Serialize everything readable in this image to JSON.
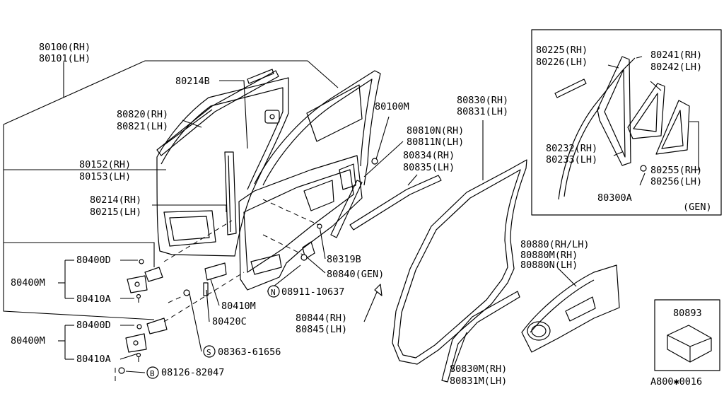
{
  "labels": {
    "l80100": "80100(RH)",
    "l80101": "80101(LH)",
    "l80214B": "80214B",
    "l80820": "80820(RH)",
    "l80821": "80821(LH)",
    "l80152": "80152(RH)",
    "l80153": "80153(LH)",
    "l80214": "80214(RH)",
    "l80215": "80215(LH)",
    "l80400D_a": "80400D",
    "l80400M_a": "80400M",
    "l80410A_a": "80410A",
    "l80400D_b": "80400D",
    "l80400M_b": "80400M",
    "l80410A_b": "80410A",
    "l80410M": "80410M",
    "l80420C": "80420C",
    "s08363": "08363-61656",
    "b08126": "08126-82047",
    "n08911": "08911-10637",
    "l80100M": "80100M",
    "l80810N": "80810N(RH)",
    "l80811N": "80811N(LH)",
    "l80834": "80834(RH)",
    "l80835": "80835(LH)",
    "l80319B": "80319B",
    "l80840": "80840(GEN)",
    "l80844": "80844(RH)",
    "l80845": "80845(LH)",
    "l80830": "80830(RH)",
    "l80831": "80831(LH)",
    "l80830M": "80830M(RH)",
    "l80831M": "80831M(LH)",
    "l80880": "80880(RH/LH)",
    "l80880M": "80880M(RH)",
    "l80880N": "80880N(LH)",
    "l80893": "80893",
    "l80225": "80225(RH)",
    "l80226": "80226(LH)",
    "l80241": "80241(RH)",
    "l80242": "80242(LH)",
    "l80232": "80232(RH)",
    "l80233": "80233(LH)",
    "l80255": "80255(RH)",
    "l80256": "80256(LH)",
    "l80300A": "80300A",
    "gen": "(GEN)",
    "code": "A800✱0016"
  },
  "symbols": {
    "n": "N",
    "s": "S",
    "b": "B"
  }
}
